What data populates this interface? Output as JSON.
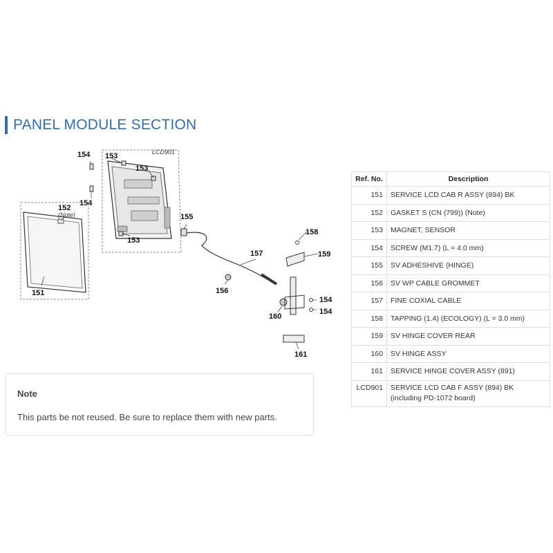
{
  "section": {
    "title": "PANEL MODULE SECTION"
  },
  "diagram": {
    "callouts": {
      "c151": "151",
      "c152": "152",
      "c152_note": "(Note)",
      "c153a": "153",
      "c153b": "153",
      "c153c": "153",
      "c154a": "154",
      "c154b": "154",
      "c154c": "154",
      "c154d": "154",
      "c155": "155",
      "c156": "156",
      "c157": "157",
      "c158": "158",
      "c159": "159",
      "c160": "160",
      "c161": "161",
      "lcd901": "LCD901"
    }
  },
  "table": {
    "headers": {
      "ref": "Ref. No.",
      "description": "Description"
    },
    "rows": [
      {
        "ref": "151",
        "description": "SERVICE LCD CAB R ASSY (894) BK"
      },
      {
        "ref": "152",
        "description": "GASKET S (CN (799)) (Note)"
      },
      {
        "ref": "153",
        "description": "MAGNET, SENSOR"
      },
      {
        "ref": "154",
        "description": "SCREW (M1.7) (L = 4.0 mm)"
      },
      {
        "ref": "155",
        "description": "SV ADHESHIVE (HINGE)"
      },
      {
        "ref": "156",
        "description": "SV WP CABLE GROMMET"
      },
      {
        "ref": "157",
        "description": "FINE COXIAL CABLE"
      },
      {
        "ref": "158",
        "description": "TAPPING (1.4) (ECOLOGY) (L = 3.0 mm)"
      },
      {
        "ref": "159",
        "description": "SV HINGE COVER REAR"
      },
      {
        "ref": "160",
        "description": "SV HINGE ASSY"
      },
      {
        "ref": "161",
        "description": "SERVICE HINGE COVER ASSY (891)"
      },
      {
        "ref": "LCD901",
        "description": "SERVICE LCD CAB F ASSY (894) BK",
        "description2": "(including PD-1072 board)"
      }
    ]
  },
  "note": {
    "title": "Note",
    "text": "This parts be not reused. Be sure to replace them with new parts."
  },
  "colors": {
    "accent": "#2e6db4",
    "border": "#dddddd"
  }
}
